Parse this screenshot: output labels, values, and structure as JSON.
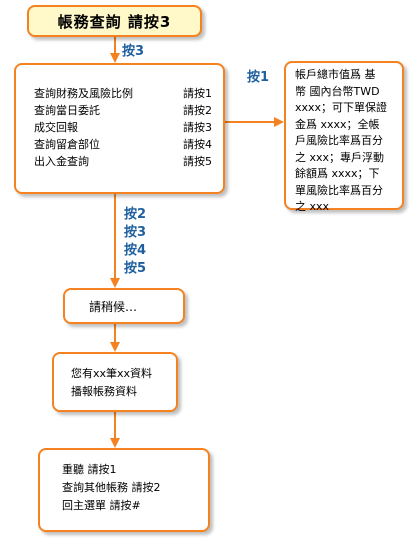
{
  "title": "帳務查詢 請按3",
  "press3_label": "按3",
  "press1_label": "按1",
  "press_keys": [
    "按2",
    "按3",
    "按4",
    "按5"
  ],
  "menu": [
    {
      "label": "查詢財務及風險比例",
      "key": "請按1"
    },
    {
      "label": "查詢當日委託",
      "key": "請按2"
    },
    {
      "label": "成交回報",
      "key": "請按3"
    },
    {
      "label": "查詢留倉部位",
      "key": "請按4"
    },
    {
      "label": "出入金查詢",
      "key": "請按5"
    }
  ],
  "account_info_lines": [
    "帳戶總市值爲 基",
    "幣 國內台幣TWD",
    "xxxx；可下單保證",
    "金爲 xxxx；全帳",
    "戶風險比率爲百分",
    "之 xxx；專戶浮動",
    "餘額爲 xxxx；下",
    "單風險比率爲百分",
    "之 xxx"
  ],
  "wait_text": "請稍候…",
  "data_lines": [
    "您有xx筆xx資料",
    "播報帳務資料"
  ],
  "final_options": [
    "重聽 請按1",
    "查詢其他帳務 請按2",
    "回主選單 請按#"
  ],
  "colors": {
    "accent": "#f58220",
    "label": "#1f5f9e",
    "title_fill": "#fff8c8"
  }
}
